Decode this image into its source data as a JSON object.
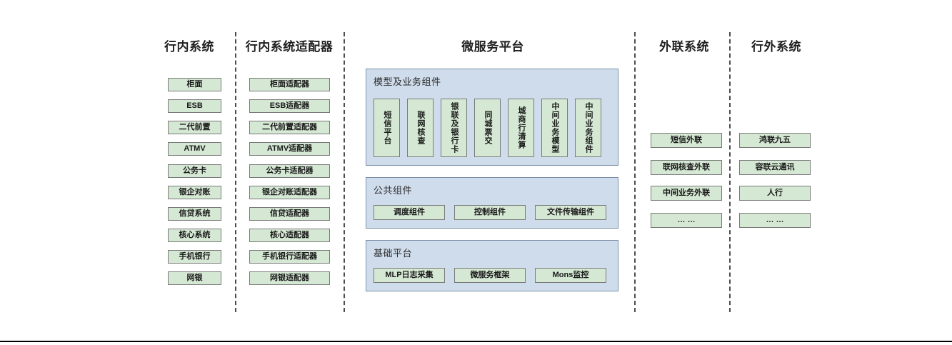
{
  "columns": {
    "inbank": {
      "title": "行内系统",
      "items": [
        "柜面",
        "ESB",
        "二代前置",
        "ATMV",
        "公务卡",
        "银企对账",
        "信贷系统",
        "核心系统",
        "手机银行",
        "网银"
      ]
    },
    "inbank_adapter": {
      "title": "行内系统适配器",
      "items": [
        "柜面适配器",
        "ESB适配器",
        "二代前置适配器",
        "ATMV适配器",
        "公务卡适配器",
        "银企对账适配器",
        "信贷适配器",
        "核心适配器",
        "手机银行适配器",
        "网银适配器"
      ]
    },
    "external_link": {
      "title": "外联系统",
      "items": [
        "短信外联",
        "联网核查外联",
        "中间业务外联",
        "… …"
      ]
    },
    "outbank": {
      "title": "行外系统",
      "items": [
        "鸿联九五",
        "容联云通讯",
        "人行",
        "… …"
      ]
    }
  },
  "platform": {
    "title": "微服务平台",
    "panels": [
      {
        "key": "model_business",
        "title": "模型及业务组件",
        "orientation": "vertical",
        "items": [
          "短信平台",
          "联网核查",
          "银联及银行卡",
          "同城票交",
          "城商行清算",
          "中间业务模型",
          "中间业务组件"
        ]
      },
      {
        "key": "public_components",
        "title": "公共组件",
        "orientation": "horizontal",
        "items": [
          "调度组件",
          "控制组件",
          "文件传输组件"
        ]
      },
      {
        "key": "base_platform",
        "title": "基础平台",
        "orientation": "horizontal",
        "items": [
          "MLP日志采集",
          "微服务框架",
          "Mons监控"
        ]
      }
    ]
  },
  "theme": {
    "box_fill": "#d5e8d4",
    "box_border": "#7a7a7a",
    "panel_fill": "#cfdcec",
    "panel_border": "#7a8fa6",
    "divider": "#4d4d4d",
    "text": "#1a1a1a",
    "background": "#ffffff"
  }
}
